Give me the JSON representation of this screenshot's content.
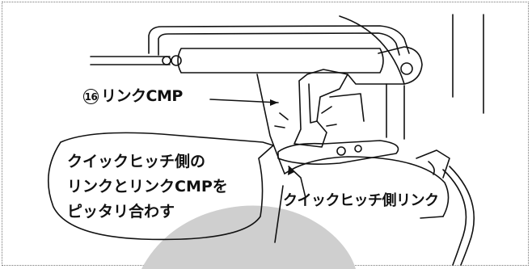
{
  "labels": {
    "part_number": "16",
    "part_name": "リンクCMP",
    "instruction_lines": [
      "クイックヒッチ側の",
      "リンクとリンクCMPを",
      "ピッタリ合わす"
    ],
    "quick_hitch_link": "クイックヒッチ側リンク"
  },
  "icons": [
    "circled-number-16"
  ],
  "colors": {
    "line": "#111111",
    "watermark": "#cccccc",
    "background": "#ffffff"
  }
}
